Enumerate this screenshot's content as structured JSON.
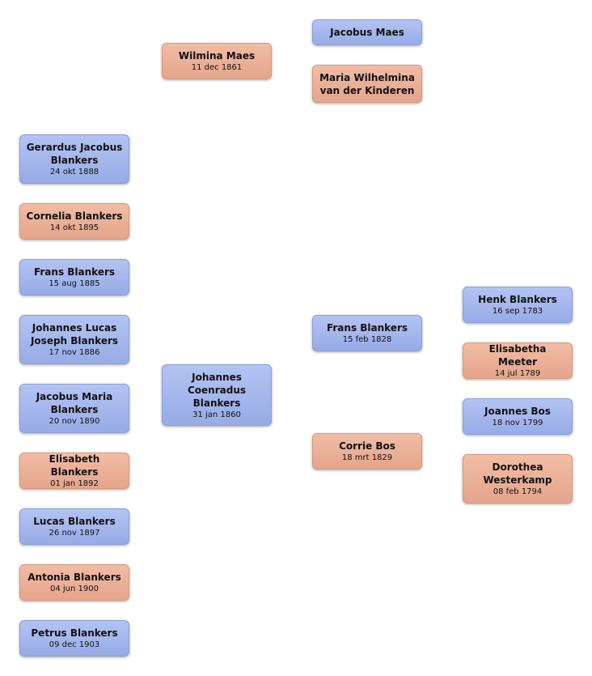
{
  "persons": {
    "wilmina_maes": {
      "name": "Wilmina Maes",
      "date": "11 dec 1861"
    },
    "jacobus_maes": {
      "name": "Jacobus Maes",
      "date": ""
    },
    "maria_wilhelmina": {
      "name": "Maria Wilhelmina van der Kinderen",
      "date": ""
    },
    "gerardus": {
      "name": "Gerardus Jacobus Blankers",
      "date": "24 okt 1888"
    },
    "cornelia": {
      "name": "Cornelia Blankers",
      "date": "14 okt 1895"
    },
    "frans_child": {
      "name": "Frans Blankers",
      "date": "15 aug 1885"
    },
    "johannes_lucas": {
      "name": "Johannes Lucas Joseph Blankers",
      "date": "17 nov 1886"
    },
    "jacobus_maria": {
      "name": "Jacobus Maria Blankers",
      "date": "20 nov 1890"
    },
    "elisabeth": {
      "name": "Elisabeth Blankers",
      "date": "01 jan 1892"
    },
    "lucas": {
      "name": "Lucas Blankers",
      "date": "26 nov 1897"
    },
    "antonia": {
      "name": "Antonia Blankers",
      "date": "04 jun 1900"
    },
    "petrus": {
      "name": "Petrus Blankers",
      "date": "09 dec 1903"
    },
    "johannes_coenradus": {
      "name": "Johannes Coenradus Blankers",
      "date": "31 jan 1860"
    },
    "frans_father": {
      "name": "Frans Blankers",
      "date": "15 feb 1828"
    },
    "corrie_bos": {
      "name": "Corrie Bos",
      "date": "18 mrt 1829"
    },
    "henk": {
      "name": "Henk Blankers",
      "date": "16 sep 1783"
    },
    "elisabetha_meeter": {
      "name": "Elisabetha Meeter",
      "date": "14 jul 1789"
    },
    "joannes_bos": {
      "name": "Joannes Bos",
      "date": "18 nov 1799"
    },
    "dorothea": {
      "name": "Dorothea Westerkamp",
      "date": "08 feb 1794"
    }
  },
  "colors": {
    "male": "#9fb2ea",
    "female": "#eab09a"
  }
}
